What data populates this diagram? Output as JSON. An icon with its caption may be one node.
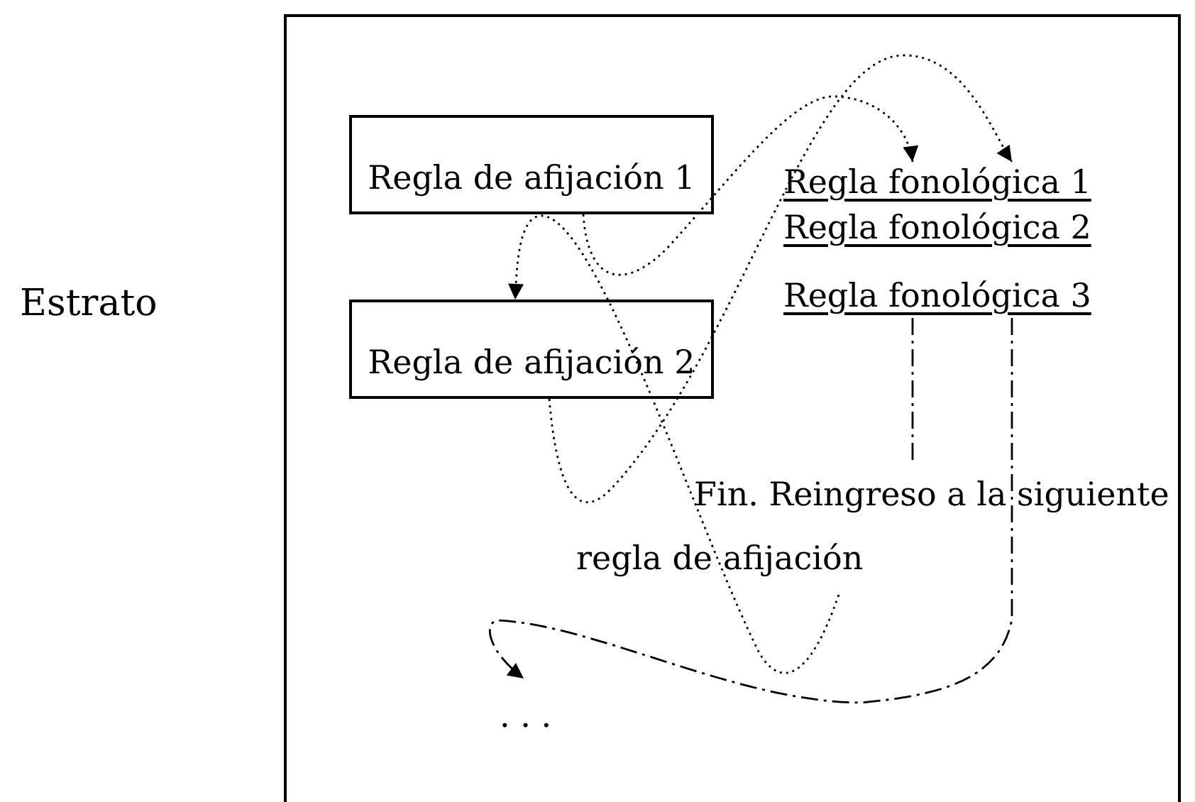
{
  "diagram": {
    "nodes": [
      {
        "text": [],
        "shape": "box",
        "beside": [
          "Estrato"
        ]
      },
      {
        "text": [
          "Regla de afijación 1"
        ],
        "in": 0
      },
      {
        "text": [
          "Regla de afijación 2"
        ],
        "in": 0
      },
      {
        "text": [
          "Regla fonológica 1"
        ],
        "in": 0
      },
      {
        "text": [
          "Regla fonológica 2"
        ],
        "in": 0
      },
      {
        "text": [
          "Regla fonológica 3"
        ],
        "in": 0
      },
      {
        "text": [
          "Fin. Reingreso a la siguiente regla de afijación"
        ],
        "in": 0
      },
      {
        "text": [
          ". . ."
        ],
        "in": 0
      }
    ],
    "edges": [
      {
        "from": 1,
        "to": 3,
        "arrow": "to"
      },
      {
        "from": 6,
        "to": 2,
        "arrow": "to"
      },
      {
        "from": 2,
        "to": 3,
        "arrow": "to"
      },
      {
        "from": 5,
        "to": 6,
        "arrow": "none",
        "style": "dashed"
      },
      {
        "from": 5,
        "to": 7,
        "arrow": "to",
        "style": "dashed"
      }
    ]
  }
}
